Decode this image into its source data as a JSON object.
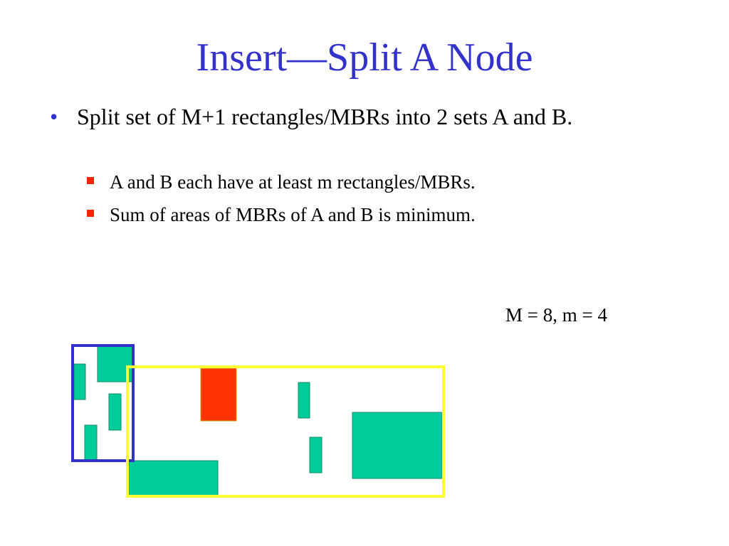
{
  "slide": {
    "title": "Insert—Split A Node",
    "bullet": {
      "marker": "•",
      "text": "Split set of M+1 rectangles/MBRs into 2 sets A and B."
    },
    "sub_bullets": [
      "A and B each have at least m rectangles/MBRs.",
      "Sum of areas of MBRs of A and B is minimum."
    ],
    "params_text": "M = 8, m = 4"
  },
  "diagram": {
    "colors": {
      "set_a_mbr": "#3333cc",
      "set_b_mbr": "#ffff33",
      "rectangle_fill": "#00cc99",
      "highlight_fill": "#ff3300"
    }
  }
}
